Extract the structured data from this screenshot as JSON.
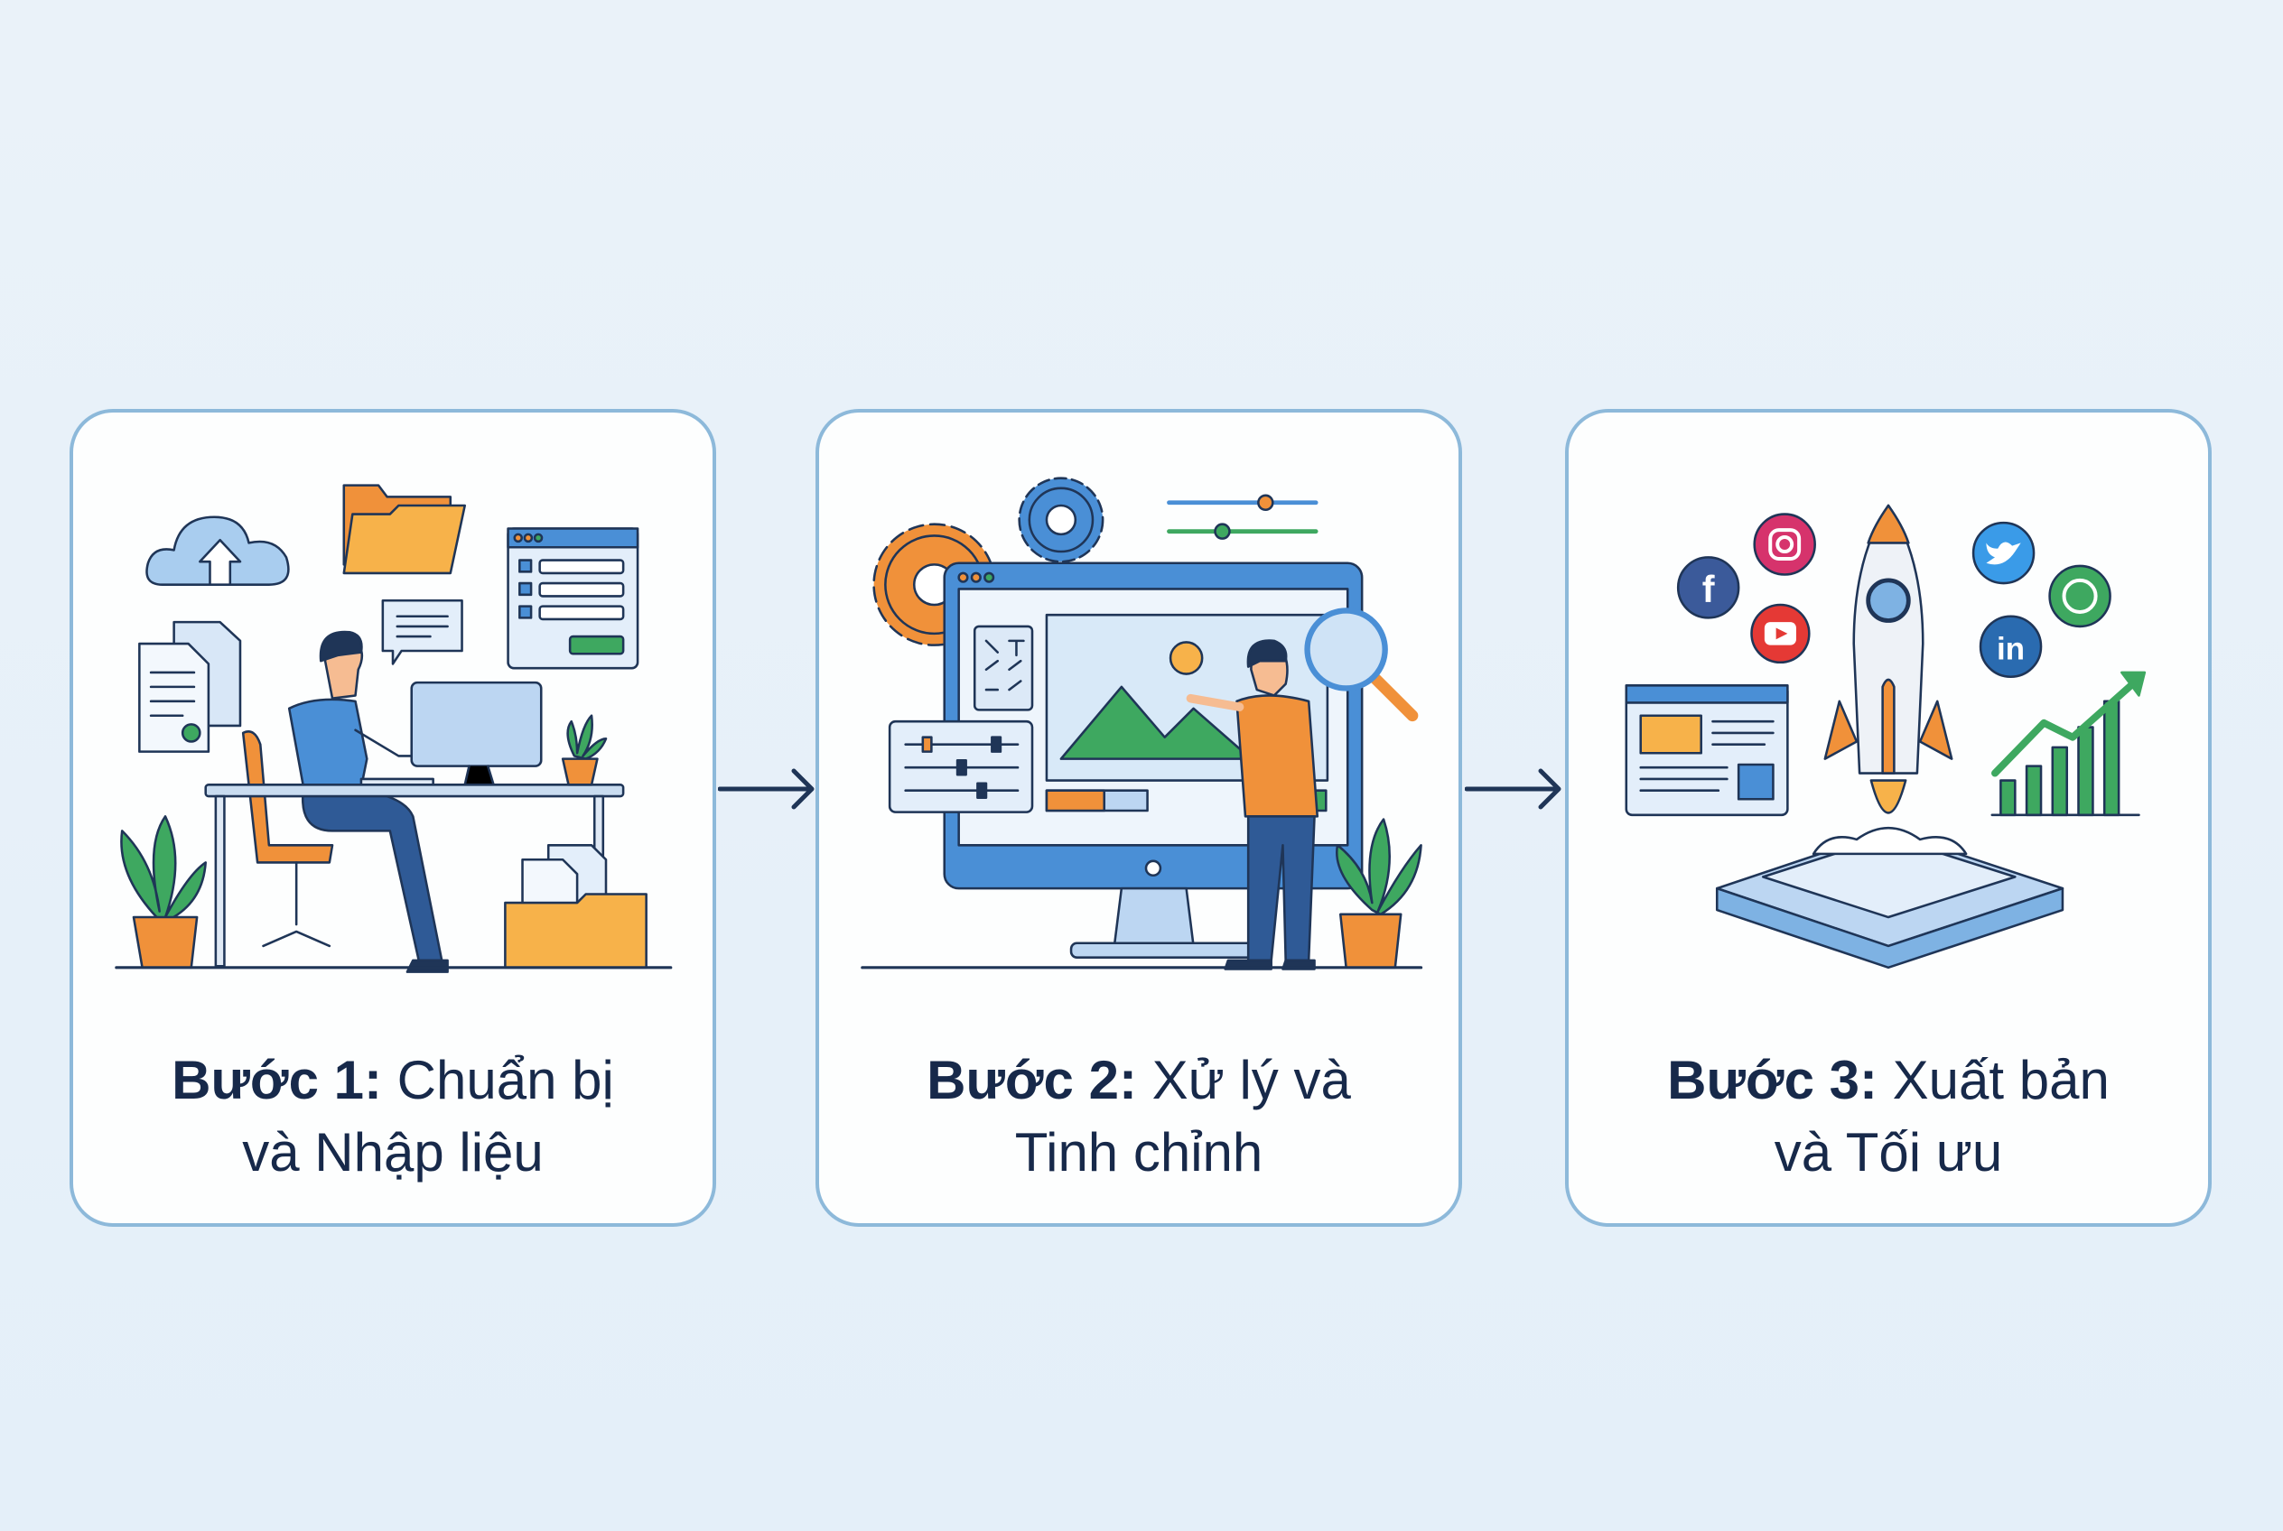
{
  "steps": [
    {
      "label": "Bước 1:",
      "title_line1": "Chuẩn bị",
      "title_line2": "và Nhập liệu",
      "icon": "person-at-desk-illustration"
    },
    {
      "label": "Bước 2:",
      "title_line1": "Xử lý và",
      "title_line2": "Tinh chỉnh",
      "icon": "image-editing-illustration"
    },
    {
      "label": "Bước 3:",
      "title_line1": "Xuất bản",
      "title_line2": "và Tối ưu",
      "icon": "rocket-launch-illustration"
    }
  ],
  "colors": {
    "text": "#17294a",
    "border": "#8db9da",
    "accent_blue": "#4a8fd6",
    "accent_orange": "#f0913a",
    "accent_green": "#3ea860"
  }
}
